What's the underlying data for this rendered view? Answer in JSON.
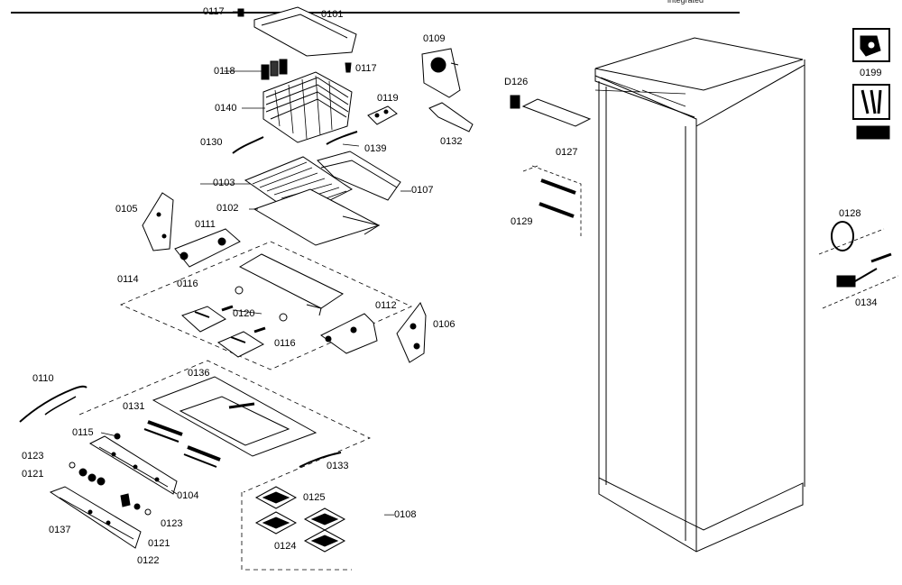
{
  "header_text": "integrated",
  "labels": {
    "p0117a": "0117",
    "p0101": "0101",
    "p0117b": "0117",
    "p0118": "0118",
    "p0140": "0140",
    "p0109": "0109",
    "p0119": "0119",
    "p0130": "0130",
    "p0139": "0139",
    "p0132": "0132",
    "p0126": "D126",
    "p0127": "0127",
    "p0103": "0103",
    "p0107": "0107",
    "p0102": "0102",
    "p0129": "0129",
    "p0105": "0105",
    "p0111": "0111",
    "p0114": "0114",
    "p0116a": "0116",
    "p0120": "0120",
    "p0116b": "0116",
    "p0112": "0112",
    "p0106": "0106",
    "p0110": "0110",
    "p0136": "0136",
    "p0131": "0131",
    "p0115": "0115",
    "p0133": "0133",
    "p0123a": "0123",
    "p0121a": "0121",
    "p0104": "0104",
    "p0125": "0125",
    "p0108": "—0108",
    "p0123b": "0123",
    "p0137": "0137",
    "p0121b": "0121",
    "p0124": "0124",
    "p0122": "0122",
    "p0128": "0128",
    "p0134": "0134",
    "p0199": "0199"
  }
}
